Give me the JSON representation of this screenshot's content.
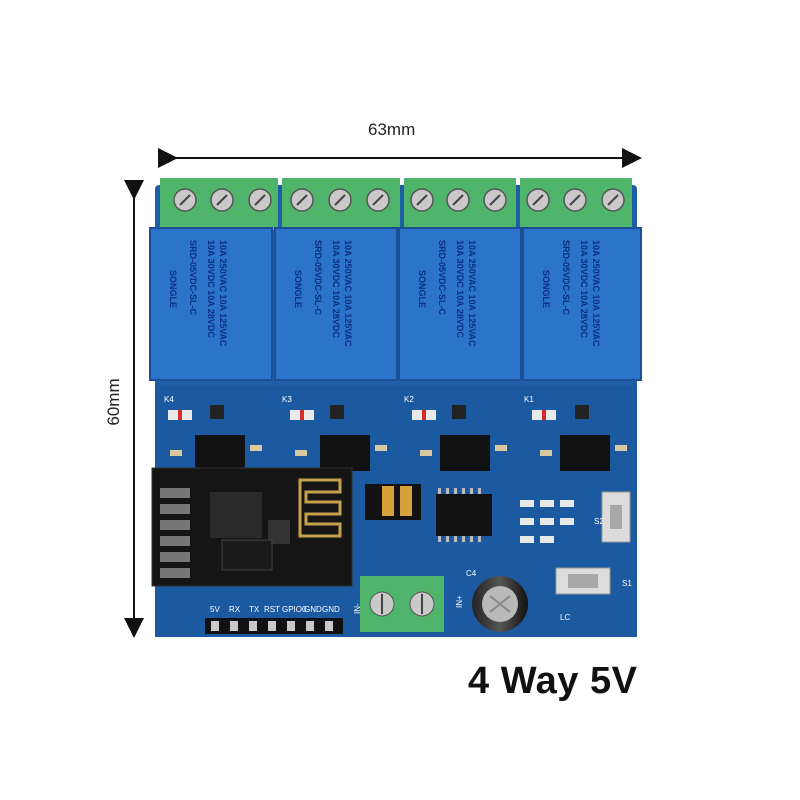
{
  "dimensions": {
    "width_label": "63mm",
    "height_label": "60mm"
  },
  "caption": "4 Way 5V",
  "relay": {
    "model": "SRD-05VDC-SL-C",
    "brand": "SONGLE",
    "rating_1": "10A 250VAC 10A 125VAC",
    "rating_2": "10A 30VDC 10A 28VDC"
  },
  "pcb_labels": {
    "k1": "K1",
    "k2": "K2",
    "k3": "K3",
    "k4": "K4",
    "pins": [
      "5V",
      "RX",
      "TX",
      "RST",
      "GPIO0",
      "GND",
      "GND"
    ],
    "input": "IN+",
    "input_neg": "IN-",
    "s1": "S1",
    "s2": "S2",
    "c4": "C4",
    "lc": "LC"
  },
  "colors": {
    "pcb": "#1e5fa8",
    "terminal": "#4fb56a",
    "relay": "#2c74c9",
    "module": "#151515"
  }
}
